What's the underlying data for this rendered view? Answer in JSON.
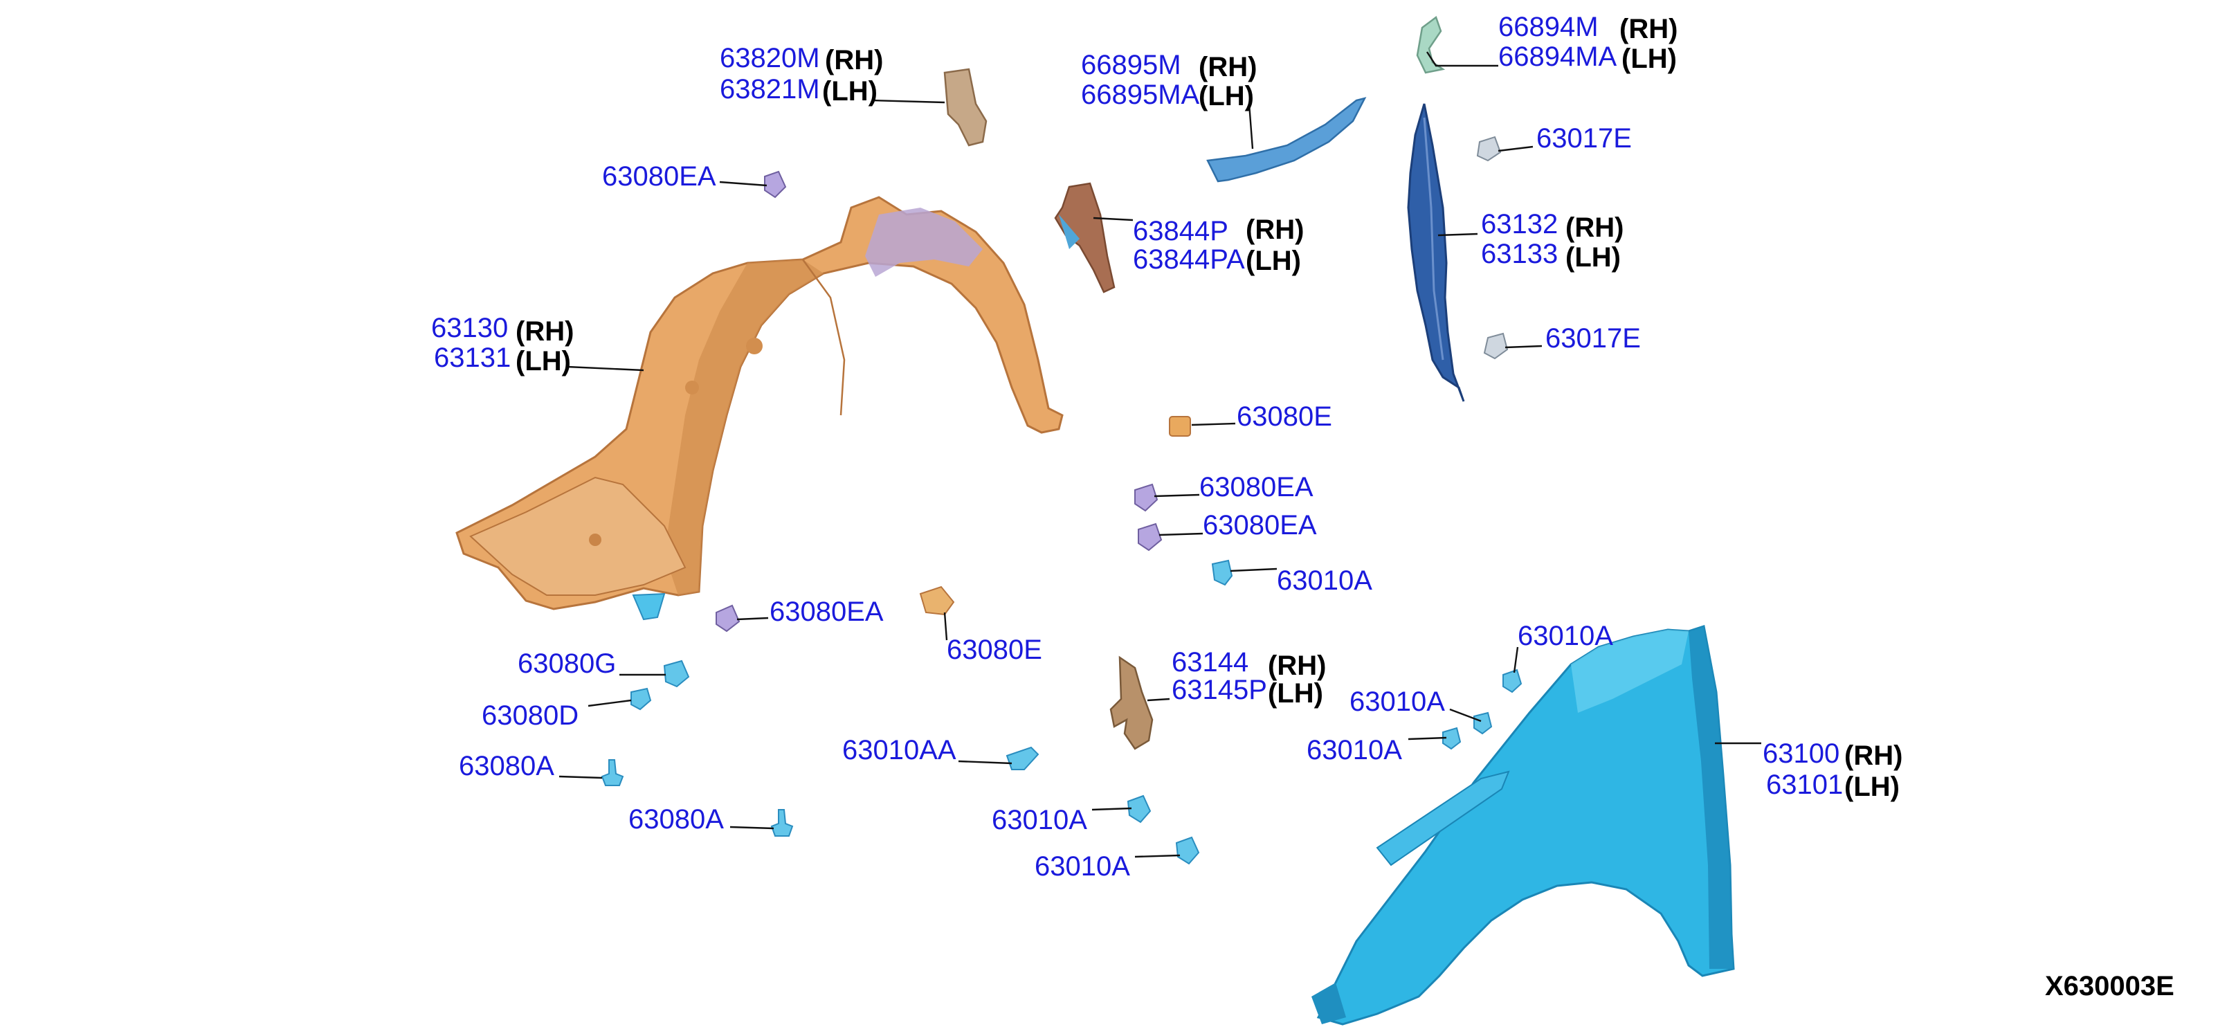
{
  "colors": {
    "part_number": "#1a1adc",
    "side_label": "#000000",
    "wheel_liner": "#e8a868",
    "fender": "#2fb6e4",
    "support_panel": "#2f5fa8",
    "bracket": "#a07050",
    "fastener": "#63c6ea",
    "clip": "#b6a6e0"
  },
  "figure": {
    "reference_code": "X630003E"
  },
  "parts": [
    {
      "id": "p1",
      "number": "63820M",
      "side": "(RH)"
    },
    {
      "id": "p2",
      "number": "63821M",
      "side": "(LH)"
    },
    {
      "id": "p3",
      "number": "66895M",
      "side": "(RH)"
    },
    {
      "id": "p4",
      "number": "66895MA",
      "side": "(LH)"
    },
    {
      "id": "p5",
      "number": "66894M",
      "side": "(RH)"
    },
    {
      "id": "p6",
      "number": "66894MA",
      "side": "(LH)"
    },
    {
      "id": "p7",
      "number": "63080EA",
      "side": ""
    },
    {
      "id": "p8",
      "number": "63017E",
      "side": ""
    },
    {
      "id": "p9",
      "number": "63844P",
      "side": "(RH)"
    },
    {
      "id": "p10",
      "number": "63844PA",
      "side": "(LH)"
    },
    {
      "id": "p11",
      "number": "63132",
      "side": "(RH)"
    },
    {
      "id": "p12",
      "number": "63133",
      "side": "(LH)"
    },
    {
      "id": "p13",
      "number": "63130",
      "side": "(RH)"
    },
    {
      "id": "p14",
      "number": "63131",
      "side": "(LH)"
    },
    {
      "id": "p15",
      "number": "63017E",
      "side": ""
    },
    {
      "id": "p16",
      "number": "63080E",
      "side": ""
    },
    {
      "id": "p17",
      "number": "63080EA",
      "side": ""
    },
    {
      "id": "p18",
      "number": "63080EA",
      "side": ""
    },
    {
      "id": "p19",
      "number": "63010A",
      "side": ""
    },
    {
      "id": "p20",
      "number": "63080EA",
      "side": ""
    },
    {
      "id": "p21",
      "number": "63080E",
      "side": ""
    },
    {
      "id": "p22",
      "number": "63010A",
      "side": ""
    },
    {
      "id": "p23",
      "number": "63080G",
      "side": ""
    },
    {
      "id": "p24",
      "number": "63144",
      "side": "(RH)"
    },
    {
      "id": "p25",
      "number": "63145P",
      "side": "(LH)"
    },
    {
      "id": "p26",
      "number": "63010A",
      "side": ""
    },
    {
      "id": "p27",
      "number": "63080D",
      "side": ""
    },
    {
      "id": "p28",
      "number": "63010A",
      "side": ""
    },
    {
      "id": "p29",
      "number": "63100",
      "side": "(RH)"
    },
    {
      "id": "p30",
      "number": "63101",
      "side": "(LH)"
    },
    {
      "id": "p31",
      "number": "63010AA",
      "side": ""
    },
    {
      "id": "p32",
      "number": "63080A",
      "side": ""
    },
    {
      "id": "p33",
      "number": "63080A",
      "side": ""
    },
    {
      "id": "p34",
      "number": "63010A",
      "side": ""
    },
    {
      "id": "p35",
      "number": "63010A",
      "side": ""
    }
  ]
}
